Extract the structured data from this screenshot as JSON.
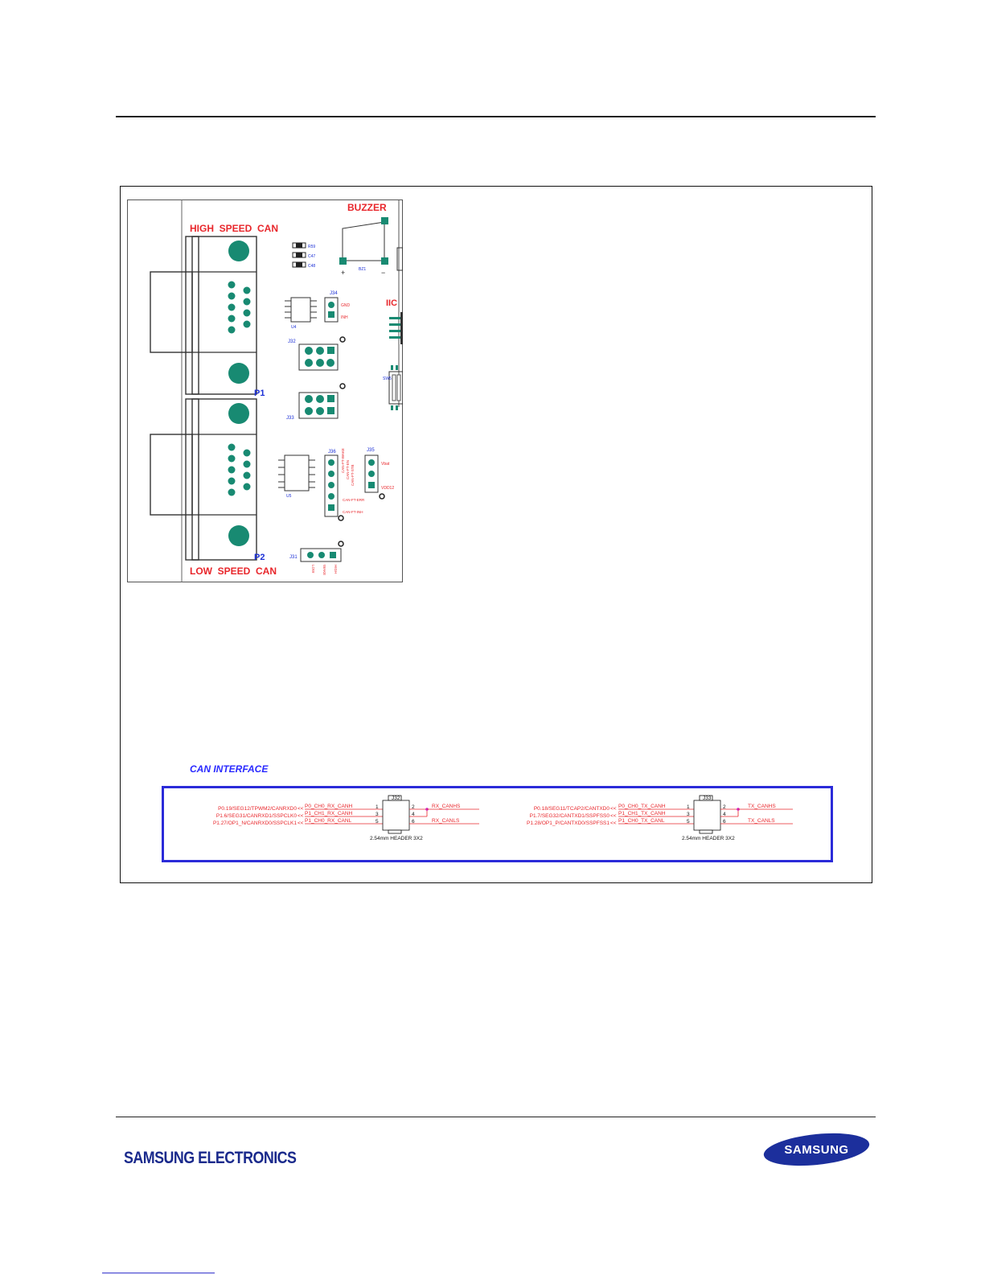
{
  "pcb": {
    "high_speed_can": "HIGH  SPEED  CAN",
    "low_speed_can": "LOW  SPEED  CAN",
    "buzzer": "BUZZER",
    "bz1": "BZ1",
    "plus": "+",
    "minus": "−",
    "iic": "IIC",
    "p1": "P1",
    "p2": "P2",
    "r59": "R59",
    "c47": "C47",
    "c48": "C48",
    "j34": "J34",
    "j32": "J32",
    "j33": "J33",
    "j36": "J36",
    "j35": "J35",
    "j31": "J31",
    "u4": "U4",
    "u5": "U5",
    "sw5": "SW5",
    "gnd": "GND",
    "inh": "INH",
    "vbat": "Vbat",
    "vdd12": "VDD12",
    "can_ft_wake": "CAN-FT-WAKE",
    "can_ft_en": "CAN-FT-EN",
    "can_ft_stb": "CAN-FT-STB",
    "can_ft_err": "CAN-FT-ERR",
    "can_ft_inh": "CAN-FT-INH",
    "low": "LOW",
    "wake": "WAKE",
    "high": "HIGH"
  },
  "schematic": {
    "section_title": "CAN INTERFACE",
    "left": {
      "ref": "J32",
      "pins": [
        "P0.19/SEG12/TPWM2/CANRXD0",
        "P1.6/SEG31/CANRXD1/SSPCLK0",
        "P1.27/OP1_N/CANRXD0/SSPCLK1"
      ],
      "nets": [
        "P0_CH0_RX_CANH",
        "P1_CH1_RX_CANH",
        "P1_CH0_RX_CANL"
      ],
      "outputs": [
        "RX_CANHS",
        "RX_CANLS"
      ],
      "part": "2.54mm HEADER 3X2"
    },
    "right": {
      "ref": "J33",
      "pins": [
        "P0.18/SEG11/TCAP2/CANTXD0",
        "P1.7/SEG32/CANTXD1/SSPFSS0",
        "P1.28/OP1_P/CANTXD0/SSPFSS1"
      ],
      "nets": [
        "P0_CH0_TX_CANH",
        "P1_CH1_TX_CANH",
        "P1_CH0_TX_CANL"
      ],
      "outputs": [
        "TX_CANHS",
        "TX_CANLS"
      ],
      "part": "2.54mm HEADER 3X2"
    },
    "pin_numbers": [
      "1",
      "3",
      "5",
      "2",
      "4",
      "6"
    ]
  },
  "footer": {
    "brand": "SAMSUNG ELECTRONICS",
    "logo_text": "SAMSUNG"
  },
  "colors": {
    "label_red": "#e8262b",
    "label_blue": "#1b2fd6",
    "pad_teal": "#188a72",
    "frame_blue": "#2b2bd9"
  }
}
